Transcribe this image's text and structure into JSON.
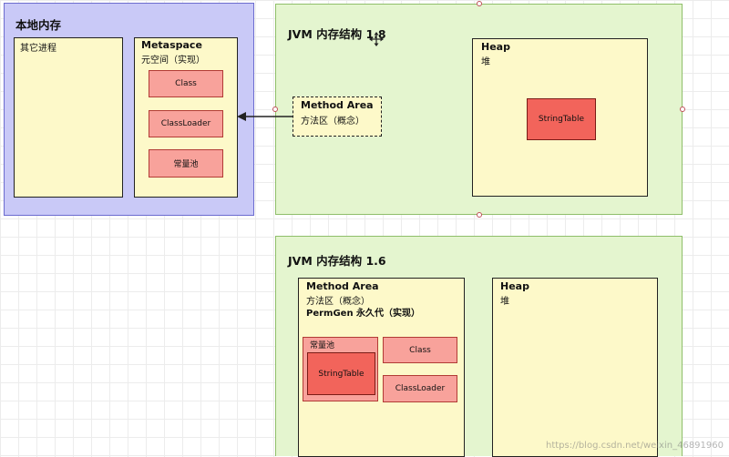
{
  "native_memory": {
    "title": "本地内存",
    "other_process": "其它进程",
    "metaspace": {
      "title": "Metaspace",
      "subtitle": "元空间（实现）",
      "items": [
        "Class",
        "ClassLoader",
        "常量池"
      ]
    }
  },
  "jvm18": {
    "title": "JVM 内存结构 1.8",
    "method_area": {
      "title": "Method Area",
      "subtitle": "方法区（概念）"
    },
    "heap": {
      "title": "Heap",
      "subtitle": "堆",
      "string_table": "StringTable"
    }
  },
  "jvm16": {
    "title": "JVM 内存结构 1.6",
    "method_area": {
      "title": "Method Area",
      "subtitle": "方法区（概念）",
      "impl": "PermGen 永久代（实现）",
      "constant_pool": "常量池",
      "string_table": "StringTable",
      "class": "Class",
      "classloader": "ClassLoader"
    },
    "heap": {
      "title": "Heap",
      "subtitle": "堆"
    }
  },
  "watermark": "https://blog.csdn.net/weixin_46891960",
  "colors": {
    "native_bg": "#c9c9f7",
    "jvm_bg": "#e4f5cf",
    "container_bg": "#fdf9c9",
    "item_pink": "#f8a29b",
    "item_red": "#f2645b"
  }
}
